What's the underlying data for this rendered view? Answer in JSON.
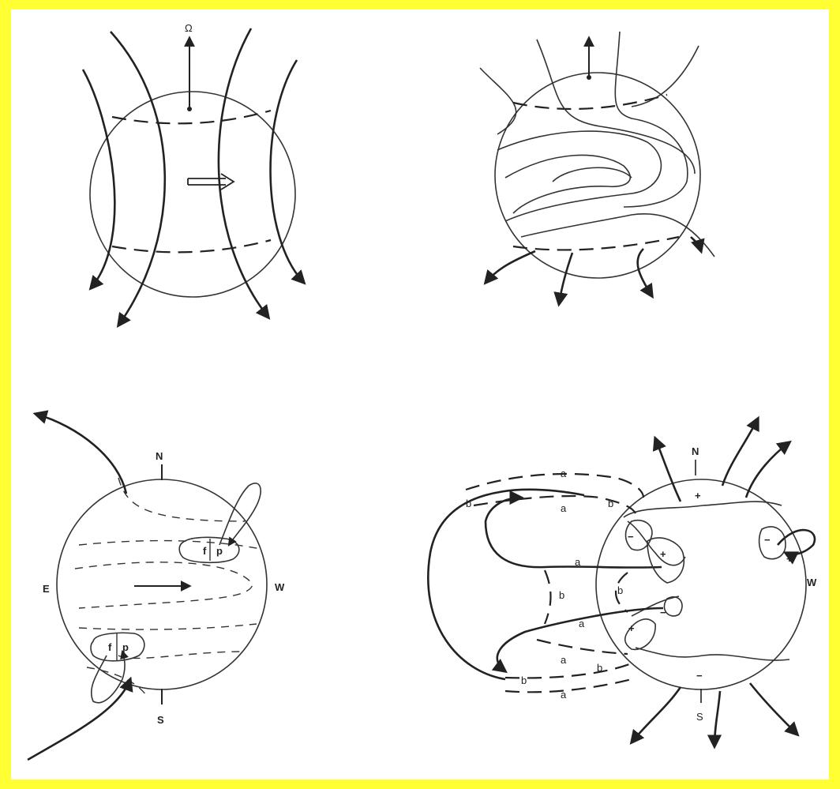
{
  "panel_a": {
    "omega_label": "Ω"
  },
  "panel_c": {
    "north": "N",
    "south": "S",
    "east": "E",
    "west": "W",
    "spot_upper_f": "f",
    "spot_upper_p": "p",
    "spot_lower_f": "f",
    "spot_lower_p": "p"
  },
  "panel_d": {
    "north": "N",
    "south": "S",
    "west": "W",
    "a": "a",
    "b": "b",
    "plus": "+",
    "minus": "−"
  }
}
